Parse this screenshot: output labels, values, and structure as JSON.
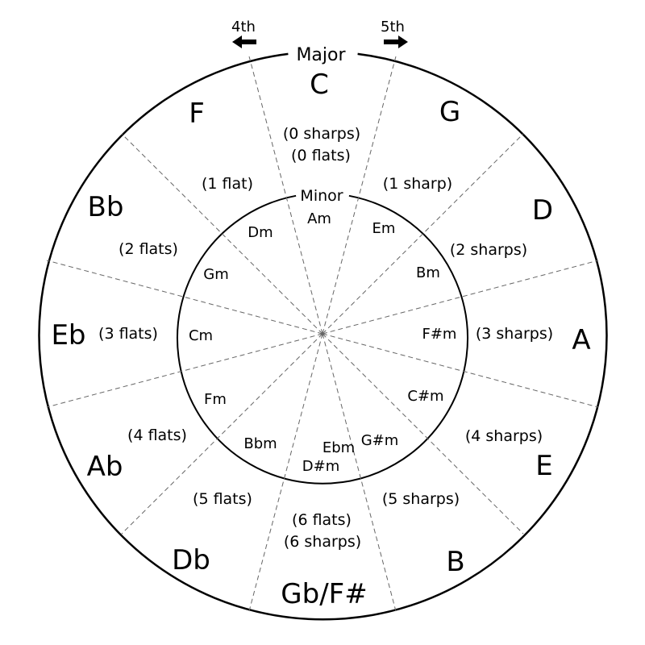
{
  "header": {
    "major_label": "Major",
    "minor_label": "Minor",
    "fourth_label": "4th",
    "fifth_label": "5th"
  },
  "major_keys": [
    "C",
    "G",
    "D",
    "A",
    "E",
    "B",
    "Gb/F#",
    "Db",
    "Ab",
    "Eb",
    "Bb",
    "F"
  ],
  "signatures": [
    [
      "(0 sharps)",
      "(0 flats)"
    ],
    [
      "(1 sharp)"
    ],
    [
      "(2 sharps)"
    ],
    [
      "(3 sharps)"
    ],
    [
      "(4 sharps)"
    ],
    [
      "(5 sharps)"
    ],
    [
      "(6 flats)",
      "(6 sharps)"
    ],
    [
      "(5 flats)"
    ],
    [
      "(4 flats)"
    ],
    [
      "(3 flats)"
    ],
    [
      "(2 flats)"
    ],
    [
      "(1 flat)"
    ]
  ],
  "minor_keys": [
    "Am",
    "Em",
    "Bm",
    "F#m",
    "C#m",
    "G#m",
    "Ebm",
    "D#m",
    "Bbm",
    "Fm",
    "Cm",
    "Gm",
    "Dm"
  ]
}
